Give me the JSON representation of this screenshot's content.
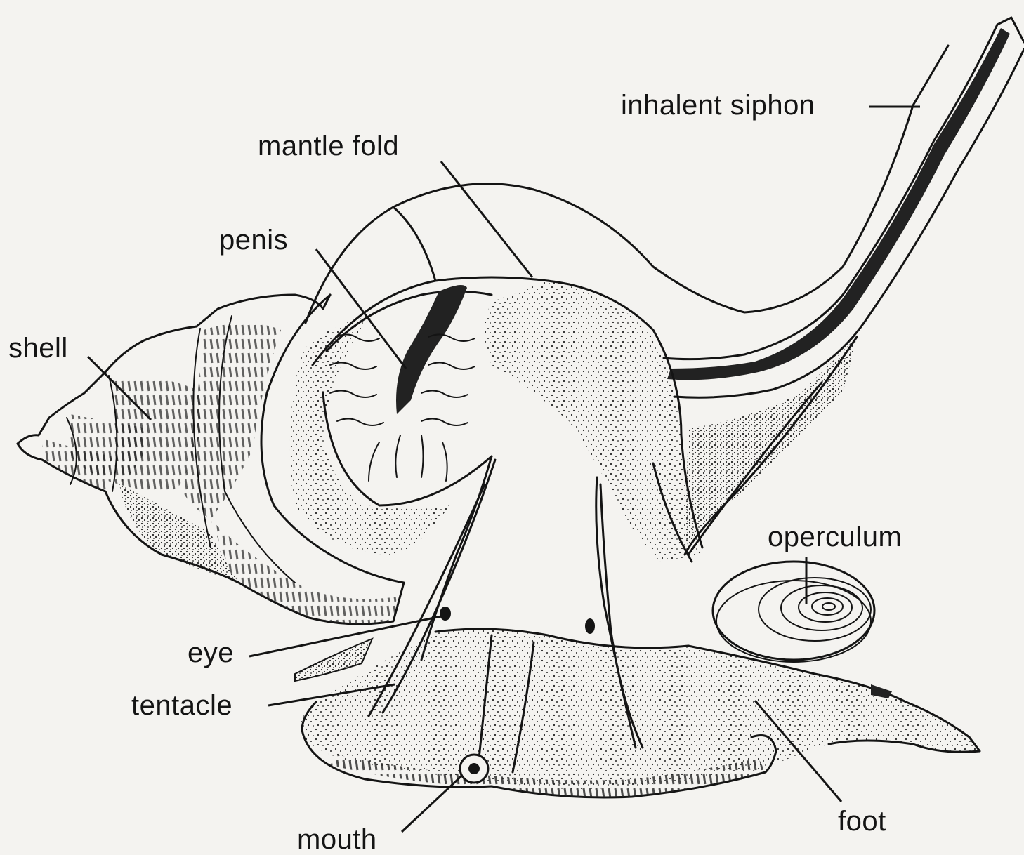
{
  "labels": {
    "inhalent_siphon": "inhalent siphon",
    "mantle_fold": "mantle fold",
    "penis": "penis",
    "shell": "shell",
    "operculum": "operculum",
    "eye": "eye",
    "tentacle": "tentacle",
    "mouth": "mouth",
    "foot": "foot"
  },
  "colors": {
    "ink": "#141414",
    "paper": "#f4f3f0"
  }
}
